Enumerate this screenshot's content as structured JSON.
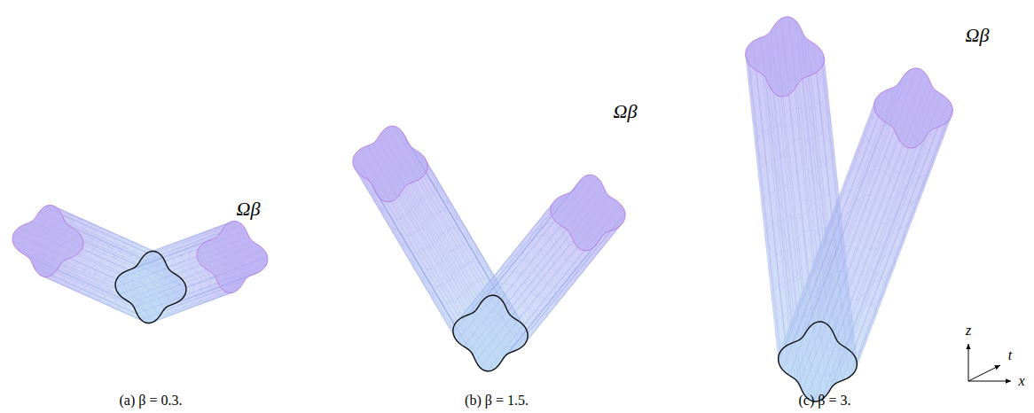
{
  "diagram": {
    "labels": [
      "Ωβ",
      "(a) β = 0.3.",
      "Ωβ",
      "(b) β = 1.5.",
      "Ωβ",
      "(c) β = 3.",
      "z",
      "t",
      "x"
    ]
  }
}
